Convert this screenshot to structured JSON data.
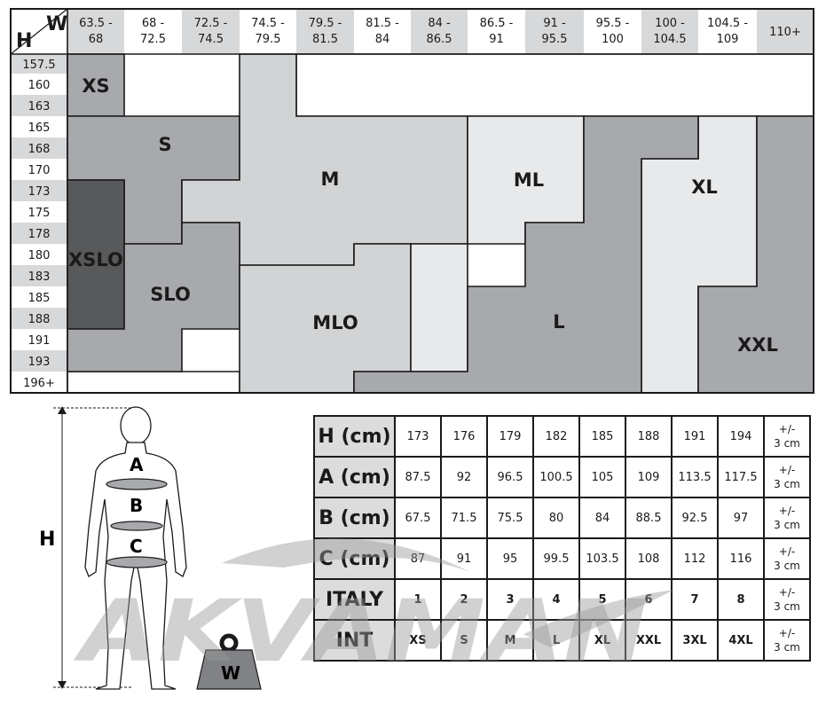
{
  "chart_data": {
    "type": "heatmap",
    "corner": {
      "h_label": "H",
      "w_label": "W"
    },
    "weight_ranges": [
      "63.5 - 68",
      "68 - 72.5",
      "72.5 - 74.5",
      "74.5 - 79.5",
      "79.5 - 81.5",
      "81.5 - 84",
      "84 - 86.5",
      "86.5 - 91",
      "91 - 95.5",
      "95.5 - 100",
      "100 - 104.5",
      "104.5 - 109",
      "110+"
    ],
    "heights": [
      "157.5",
      "160",
      "163",
      "165",
      "168",
      "170",
      "173",
      "175",
      "178",
      "180",
      "183",
      "185",
      "188",
      "191",
      "193",
      "196+"
    ],
    "sizes": [
      {
        "label": "XS",
        "color": "#a7a9ac"
      },
      {
        "label": "S",
        "color": "#a7a9ac"
      },
      {
        "label": "M",
        "color": "#d1d3d4"
      },
      {
        "label": "ML",
        "color": "#e8e9ea"
      },
      {
        "label": "XL",
        "color": "#e8e9ea"
      },
      {
        "label": "XSLO",
        "color": "#58595b"
      },
      {
        "label": "SLO",
        "color": "#a7a9ac"
      },
      {
        "label": "MLO",
        "color": "#d1d3d4"
      },
      {
        "label": "L",
        "color": "#a7a9ac"
      },
      {
        "label": "XXL",
        "color": "#a7a9ac"
      }
    ]
  },
  "figure": {
    "h_label": "H",
    "a_label": "A",
    "b_label": "B",
    "c_label": "C",
    "w_label": "W"
  },
  "table": {
    "rows": [
      {
        "label": "H (cm)",
        "values": [
          "173",
          "176",
          "179",
          "182",
          "185",
          "188",
          "191",
          "194"
        ],
        "tol": [
          "+/-",
          "3 cm"
        ],
        "bold": false
      },
      {
        "label": "A (cm)",
        "values": [
          "87.5",
          "92",
          "96.5",
          "100.5",
          "105",
          "109",
          "113.5",
          "117.5"
        ],
        "tol": [
          "+/-",
          "3 cm"
        ],
        "bold": false
      },
      {
        "label": "B (cm)",
        "values": [
          "67.5",
          "71.5",
          "75.5",
          "80",
          "84",
          "88.5",
          "92.5",
          "97"
        ],
        "tol": [
          "+/-",
          "3 cm"
        ],
        "bold": false
      },
      {
        "label": "C (cm)",
        "values": [
          "87",
          "91",
          "95",
          "99.5",
          "103.5",
          "108",
          "112",
          "116"
        ],
        "tol": [
          "+/-",
          "3 cm"
        ],
        "bold": false
      },
      {
        "label": "ITALY",
        "values": [
          "1",
          "2",
          "3",
          "4",
          "5",
          "6",
          "7",
          "8"
        ],
        "tol": [
          "+/-",
          "3 cm"
        ],
        "bold": true
      },
      {
        "label": "INT",
        "values": [
          "XS",
          "S",
          "M",
          "L",
          "XL",
          "XXL",
          "3XL",
          "4XL"
        ],
        "tol": [
          "+/-",
          "3 cm"
        ],
        "bold": true
      }
    ]
  },
  "watermark": "AKVAMAN"
}
